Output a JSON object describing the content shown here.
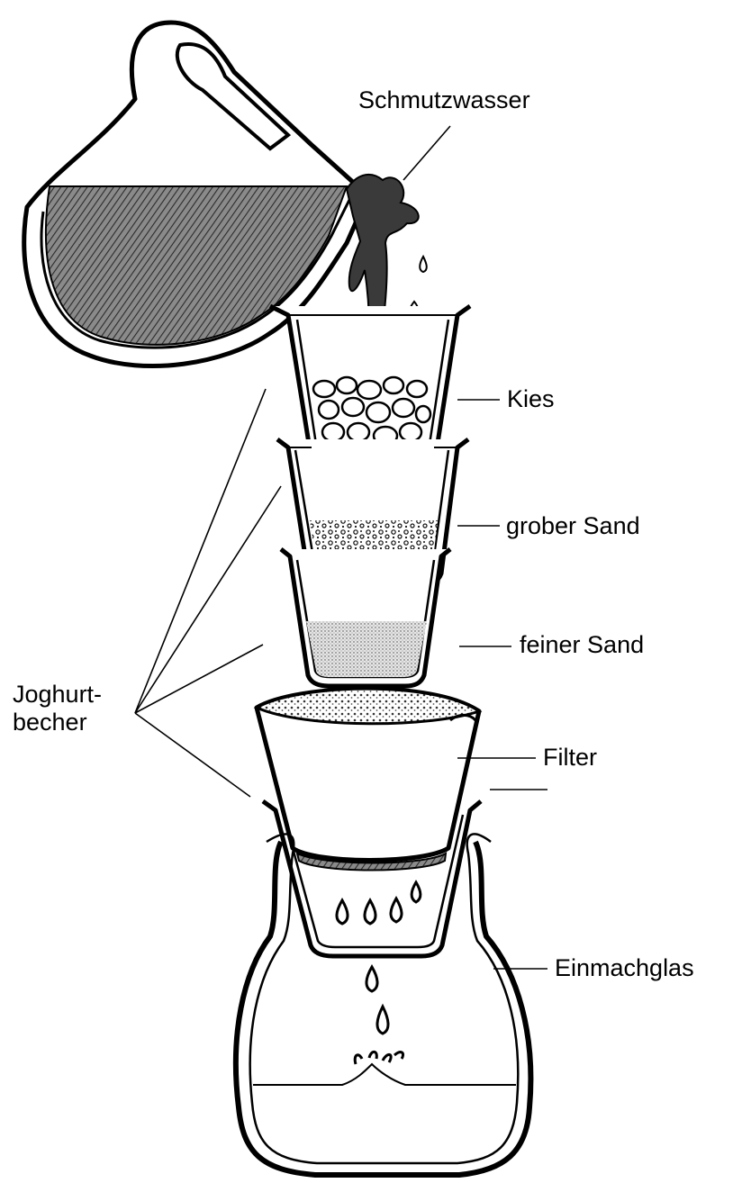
{
  "labels": {
    "dirty_water": "Schmutzwasser",
    "gravel": "Kies",
    "coarse_sand": "grober Sand",
    "fine_sand": "feiner Sand",
    "filter": "Filter",
    "jar": "Einmachglas",
    "yogurt_cups_line1": "Joghurt-",
    "yogurt_cups_line2": "becher"
  },
  "colors": {
    "ink": "#000000",
    "paper": "#ffffff",
    "dirty_water": "#3a3a3a",
    "jug_liquid": "#6b6b6b",
    "fine_sand": "#cfcfcf"
  }
}
